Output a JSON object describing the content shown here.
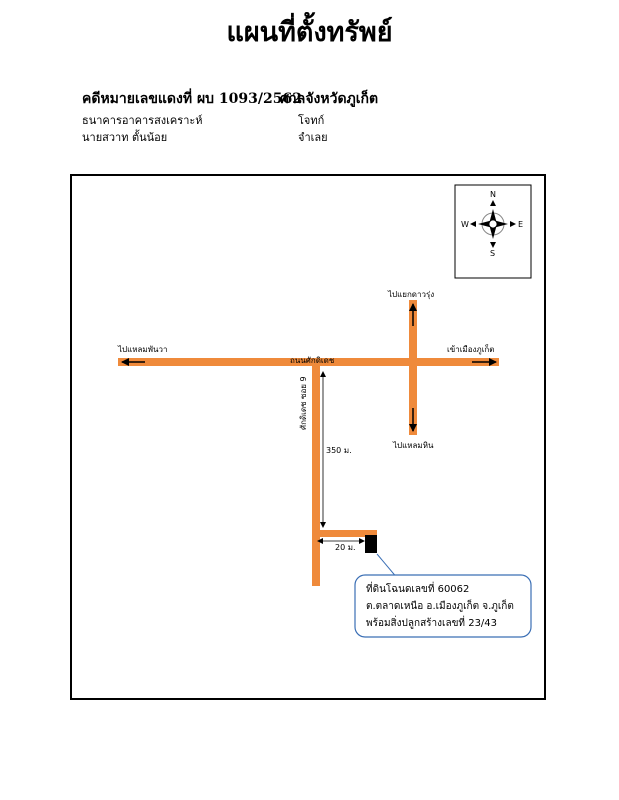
{
  "title": "แผนที่ตั้งทรัพย์",
  "case": {
    "number": "คดีหมายเลขแดงที่ ผบ 1093/2562",
    "court": "ศาลจังหวัดภูเก็ต"
  },
  "parties": [
    {
      "name": "ธนาคารอาคารสงเคราะห์",
      "role": "โจทก์"
    },
    {
      "name": "นายสวาท ตั้นน้อย",
      "role": "จำเลย"
    }
  ],
  "compass": {
    "n": "N",
    "s": "S",
    "e": "E",
    "w": "W",
    "icon": "compass-rose-icon"
  },
  "labels": {
    "to_laem_phanwa": "ไปแหลมพันวา",
    "to_phuket_town": "เข้าเมืองภูเก็ต",
    "road_sakdidet": "ถนนศักดิเดช",
    "to_dao_rung": "ไปแยกดาวรุ่ง",
    "to_laem_hin": "ไปแหลมหิน",
    "soi": "ศักดิเดช ซอย 9",
    "dist_350": "350 ม.",
    "dist_20": "20 ม."
  },
  "property": {
    "line1": "ที่ดินโฉนดเลขที่ 60062",
    "line2": "ต.ตลาดเหนือ อ.เมืองภูเก็ต จ.ภูเก็ต",
    "line3": "พร้อมสิ่งปลูกสร้างเลขที่ 23/43"
  },
  "colors": {
    "road": "#ef8a3b",
    "callout_border": "#3b6fb5",
    "marker": "#000000"
  }
}
